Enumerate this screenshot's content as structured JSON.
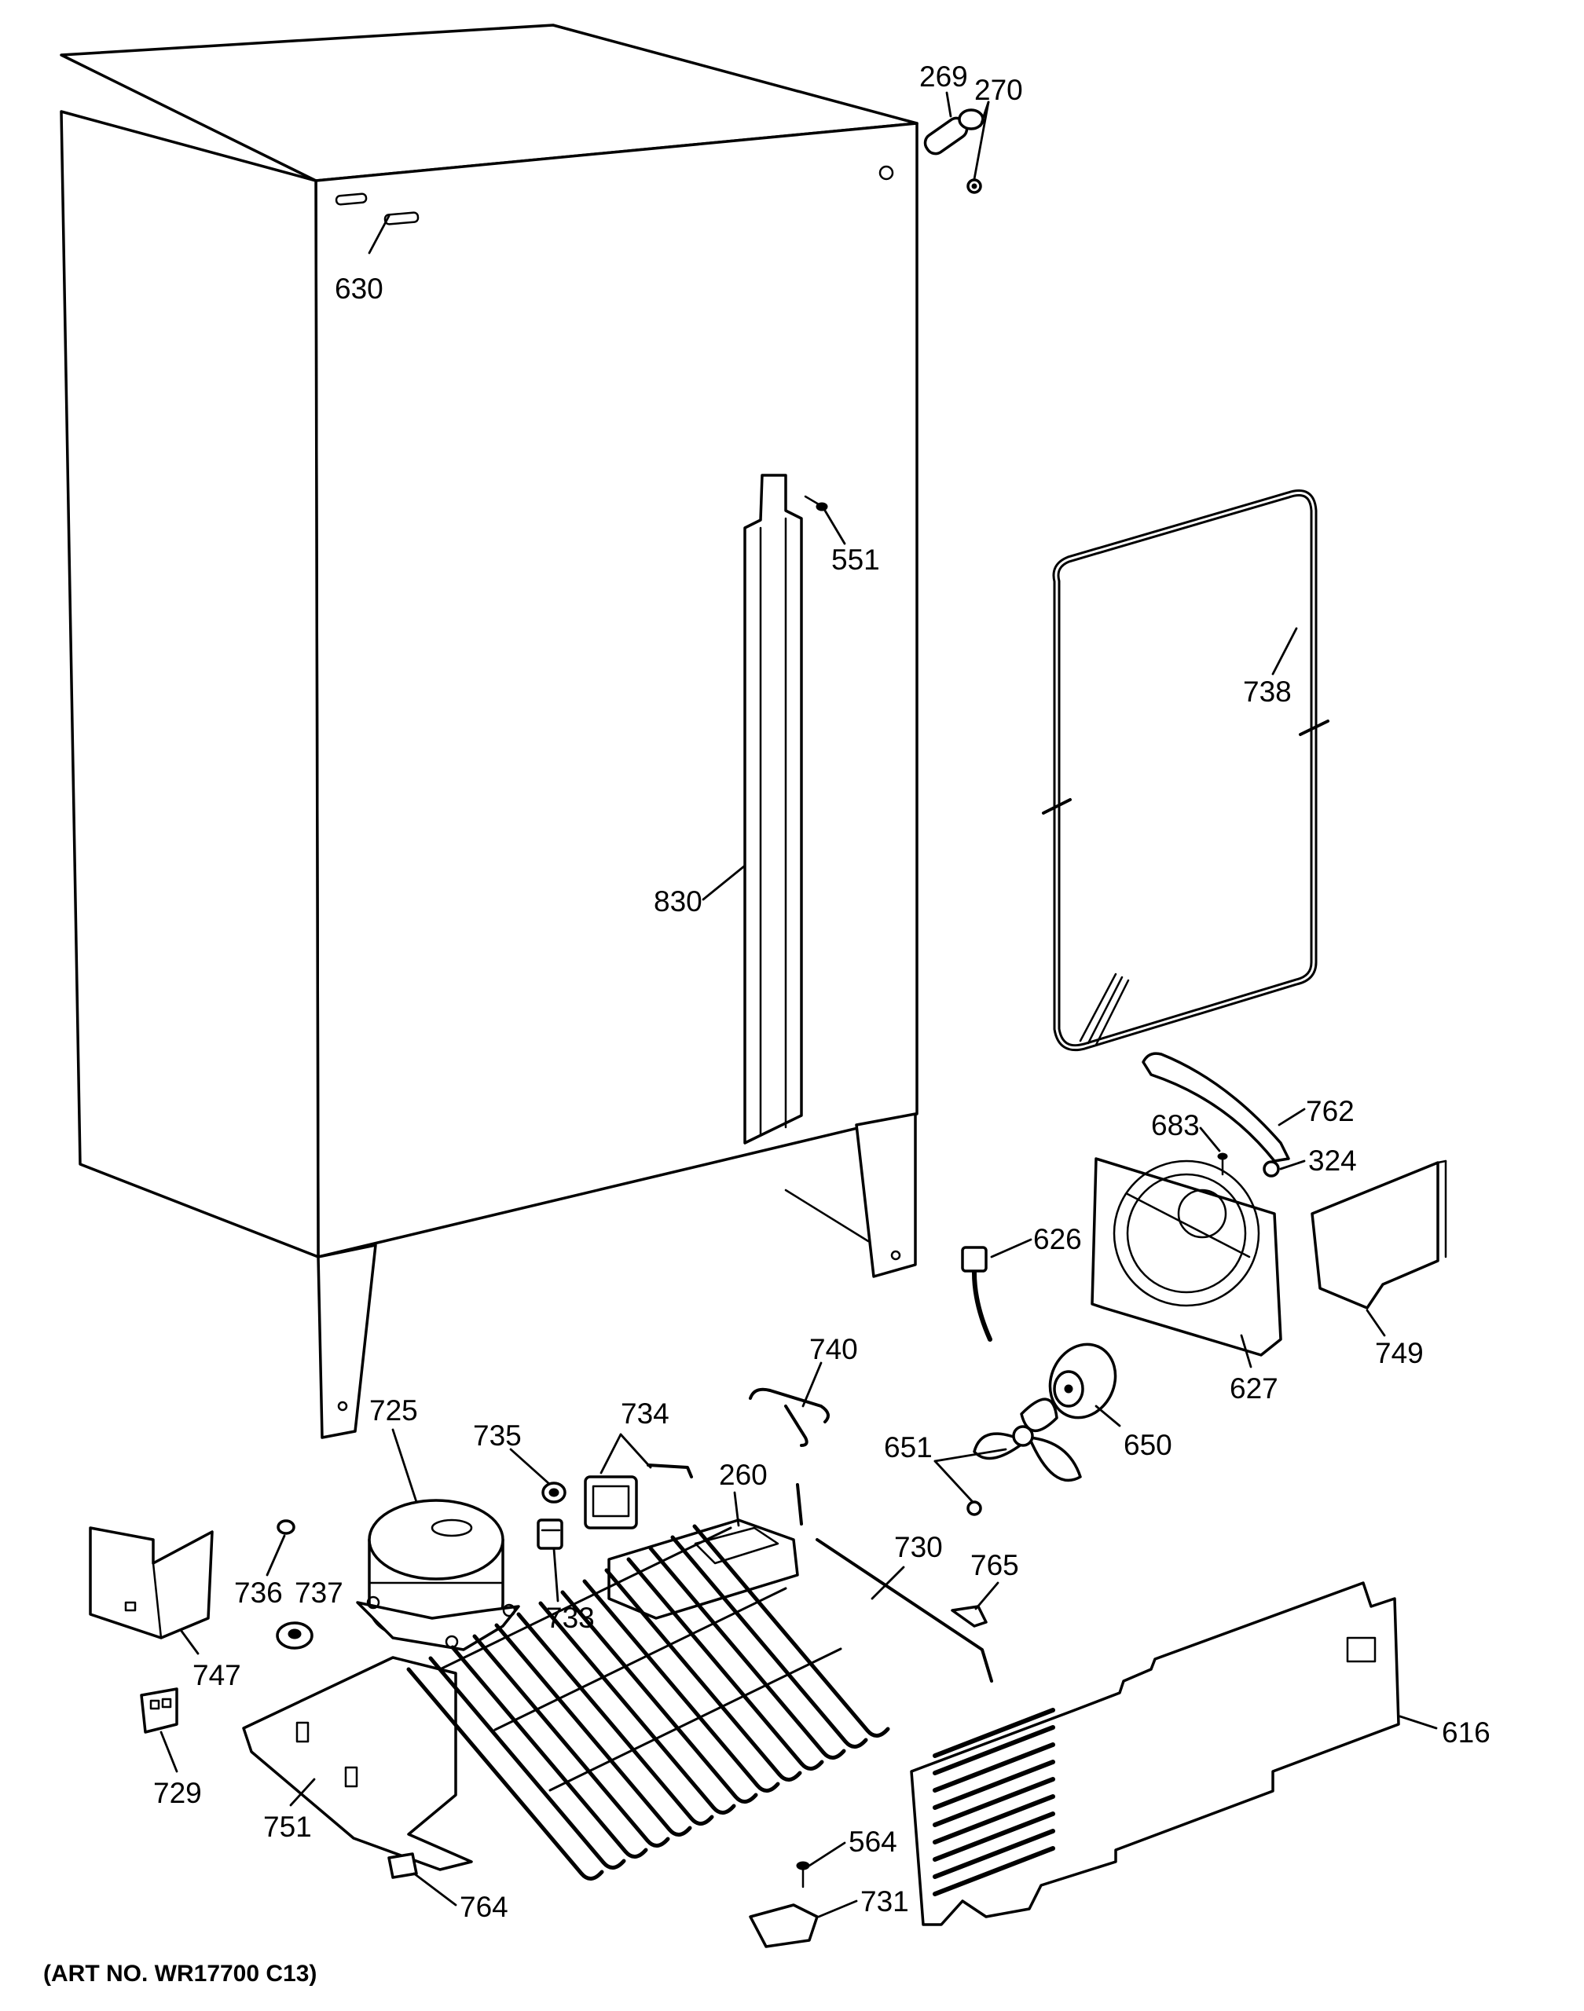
{
  "art_number": "(ART NO. WR17700 C13)",
  "callouts": {
    "p269": "269",
    "p270": "270",
    "p630": "630",
    "p551": "551",
    "p738": "738",
    "p830": "830",
    "p762": "762",
    "p683": "683",
    "p324": "324",
    "p626": "626",
    "p749": "749",
    "p627": "627",
    "p740": "740",
    "p725": "725",
    "p734": "734",
    "p735": "735",
    "p650": "650",
    "p651": "651",
    "p260": "260",
    "p730": "730",
    "p765": "765",
    "p736": "736",
    "p737": "737",
    "p733": "733",
    "p747": "747",
    "p616": "616",
    "p729": "729",
    "p751": "751",
    "p564": "564",
    "p764": "764",
    "p731": "731"
  }
}
